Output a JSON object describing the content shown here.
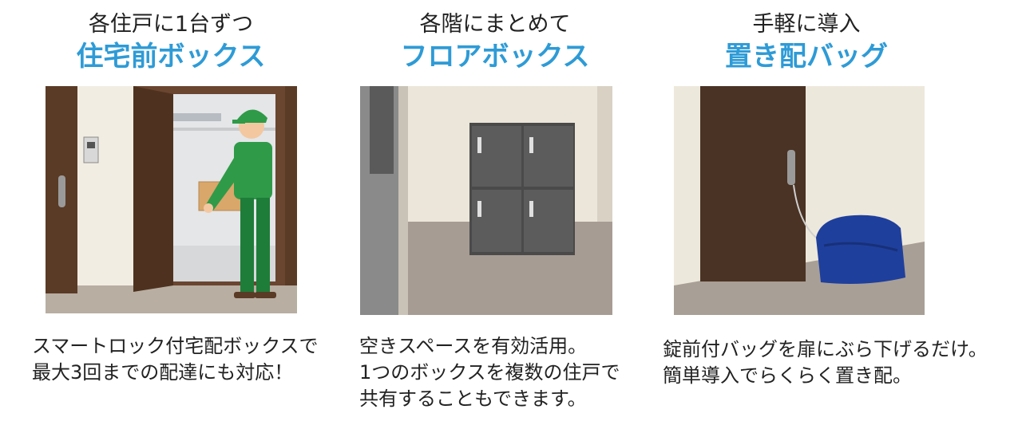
{
  "columns": [
    {
      "subtitle": "各住戸に1台ずつ",
      "title": "住宅前ボックス",
      "desc": [
        "スマートロック付宅配ボックスで",
        "最大3回までの配達にも対応！"
      ]
    },
    {
      "subtitle": "各階にまとめて",
      "title": "フロアボックス",
      "desc": [
        "空きスペースを有効活用。",
        "1つのボックスを複数の住戸で",
        "共有することもできます。"
      ]
    },
    {
      "subtitle": "手軽に導入",
      "title": "置き配バッグ",
      "desc": [
        "錠前付バッグを扉にぶら下げるだけ。",
        "簡単導入でらくらく置き配。"
      ]
    }
  ],
  "colors": {
    "title": "#2e9bd6",
    "door_brown": "#5a3b26",
    "uniform_green": "#2f9a48",
    "locker_gray": "#5c5c5c",
    "bag_blue": "#1f3f9c"
  }
}
